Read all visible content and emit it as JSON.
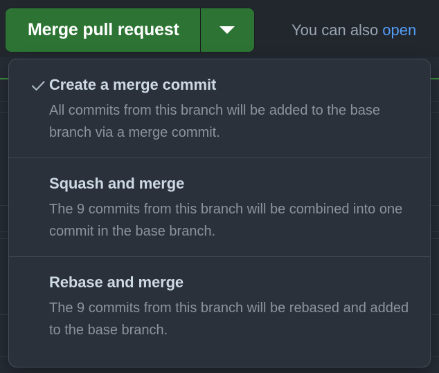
{
  "colors": {
    "page_background": "#22272e",
    "panel_background": "#262c35",
    "merge_button_green": "#2d7434",
    "menu_background": "#2b313a",
    "menu_border": "#454e59",
    "link_blue": "#539bf5",
    "title_text": "#cdd9e5",
    "muted_text": "#8b949e",
    "status_green_line": "#3d8c40"
  },
  "merge_button": {
    "label": "Merge pull request",
    "caret_icon": "chevron-down-icon"
  },
  "helper": {
    "prefix": "You can also ",
    "link_text": "open"
  },
  "dropdown": {
    "items": [
      {
        "title": "Create a merge commit",
        "description": "All commits from this branch will be added to the base branch via a merge commit.",
        "selected": true,
        "check_icon": "check-icon"
      },
      {
        "title": "Squash and merge",
        "description": "The 9 commits from this branch will be combined into one commit in the base branch.",
        "selected": false,
        "check_icon": ""
      },
      {
        "title": "Rebase and merge",
        "description": "The 9 commits from this branch will be rebased and added to the base branch.",
        "selected": false,
        "check_icon": ""
      }
    ]
  }
}
